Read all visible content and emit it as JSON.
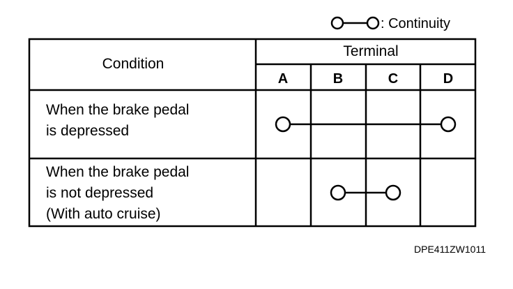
{
  "legend": {
    "text": ": Continuity"
  },
  "table": {
    "condition_header": "Condition",
    "terminal_header": "Terminal",
    "columns": [
      "A",
      "B",
      "C",
      "D"
    ],
    "rows": [
      {
        "lines": [
          "When the brake pedal",
          "is depressed"
        ],
        "continuity": [
          "A",
          "D"
        ]
      },
      {
        "lines": [
          "When the brake pedal",
          "is not depressed",
          "(With auto cruise)"
        ],
        "continuity": [
          "B",
          "C"
        ]
      }
    ]
  },
  "reference_code": "DPE411ZW1011"
}
